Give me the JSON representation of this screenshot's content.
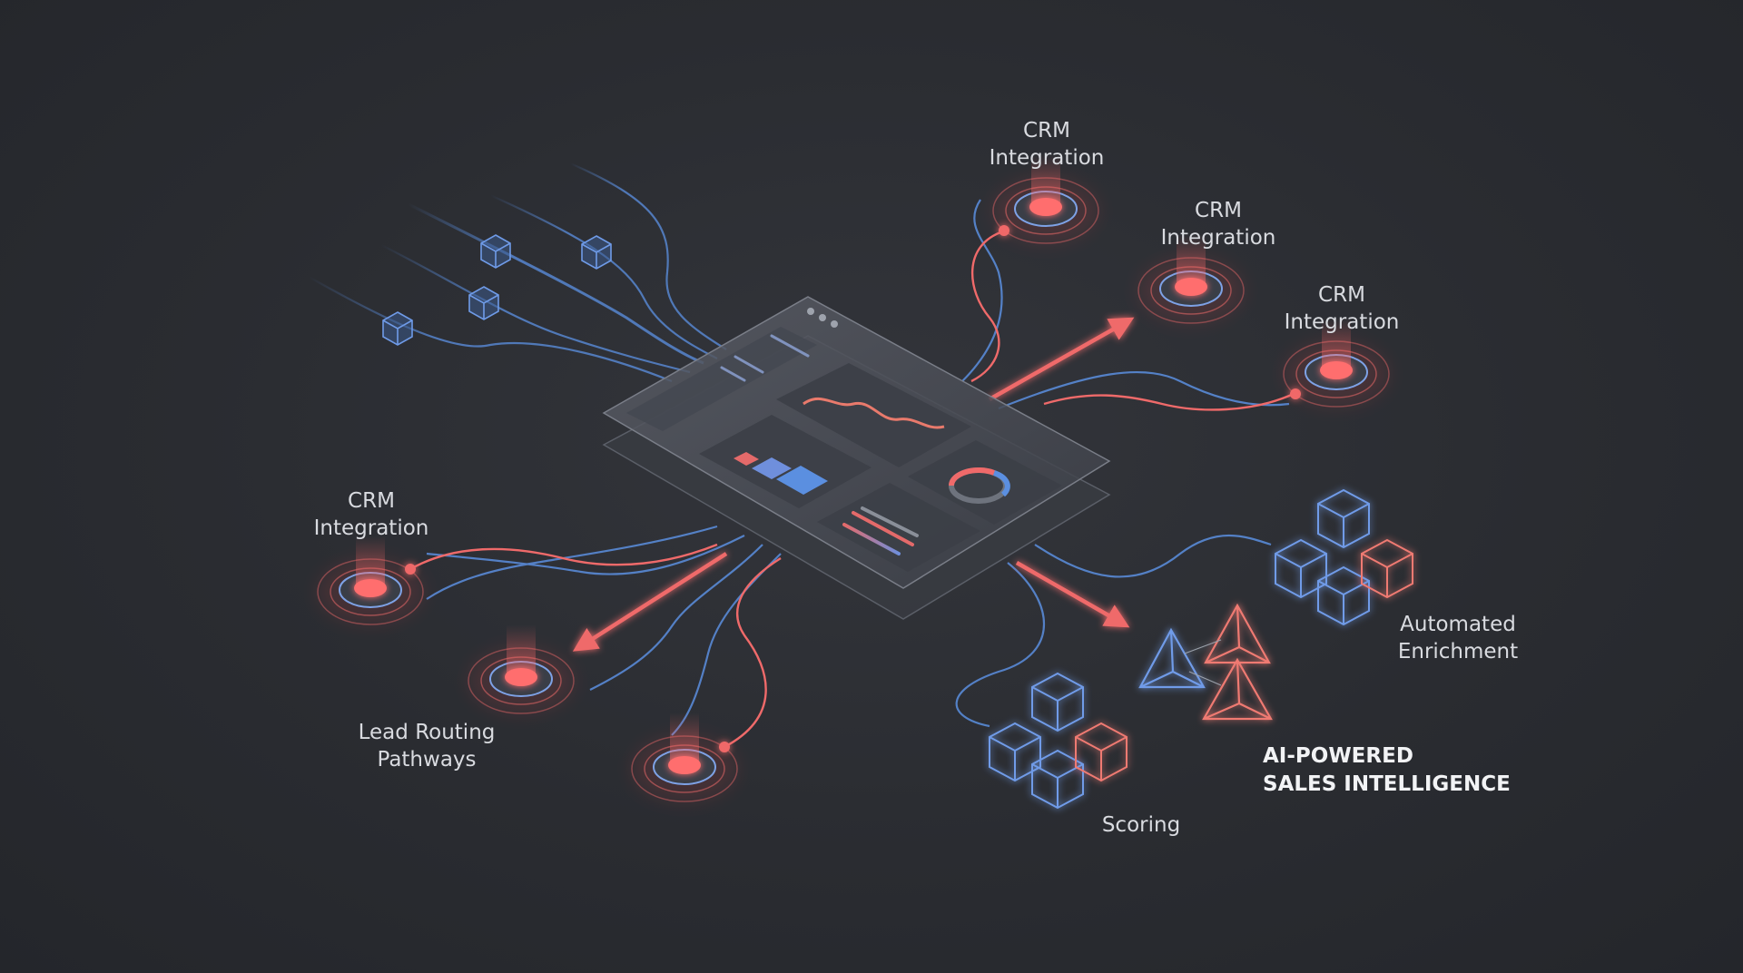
{
  "labels": {
    "crm_top": {
      "line1": "CRM",
      "line2": "Integration"
    },
    "crm_upper_right": {
      "line1": "CRM",
      "line2": "Integration"
    },
    "crm_right": {
      "line1": "CRM",
      "line2": "Integration"
    },
    "crm_left": {
      "line1": "CRM",
      "line2": "Integration"
    },
    "lead_routing": {
      "line1": "Lead Routing",
      "line2": "Pathways"
    },
    "automated_enrichment": {
      "line1": "Automated",
      "line2": "Enrichment"
    },
    "scoring": "Scoring"
  },
  "headline": {
    "line1": "AI-POWERED",
    "line2": "SALES INTELLIGENCE"
  },
  "colors": {
    "background": "#2a2c31",
    "blue": "#5b8fe0",
    "red": "#ef6a6a",
    "glow_red": "#ff5a5a",
    "panel": "#4a4d55"
  }
}
